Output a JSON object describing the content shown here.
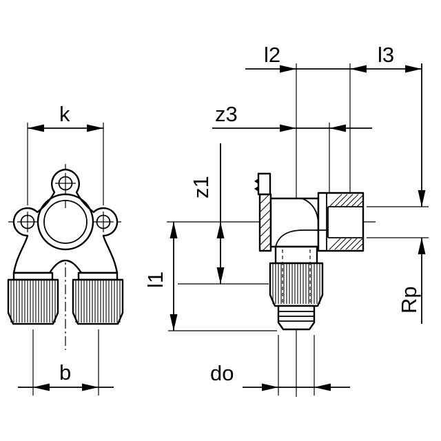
{
  "drawing": {
    "background": "#ffffff",
    "line_color": "#000000",
    "labels": {
      "k": "k",
      "l2": "l2",
      "l3": "l3",
      "z3": "z3",
      "z1": "z1",
      "l1": "l1",
      "b": "b",
      "do": "do",
      "rp": "Rp"
    }
  }
}
